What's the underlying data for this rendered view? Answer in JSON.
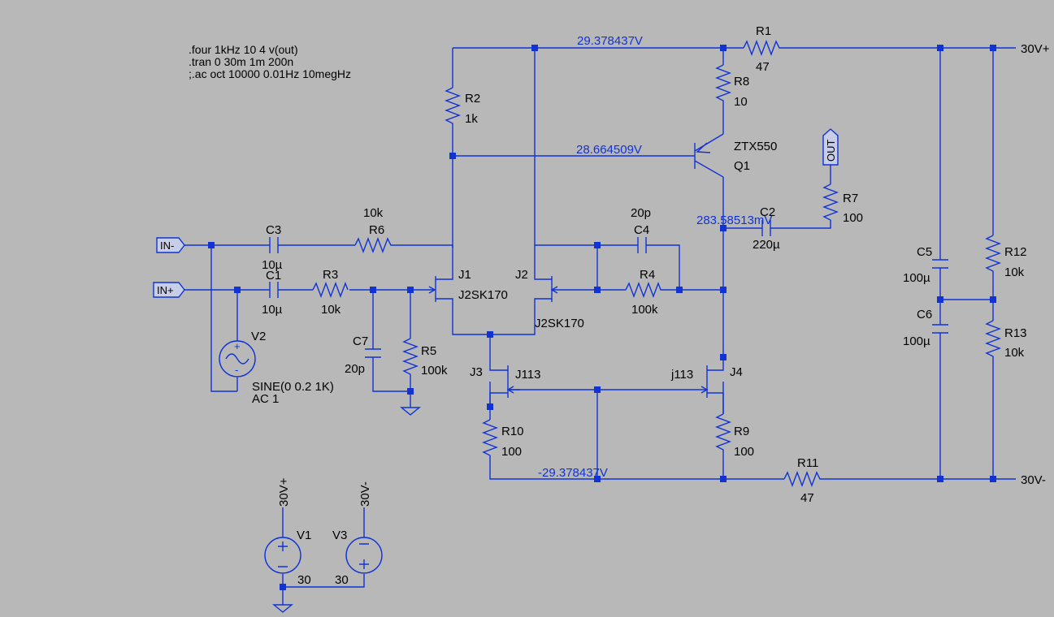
{
  "directives": [
    ".four 1kHz 10 4 v(out)",
    ".tran 0 30m 1m 200n",
    ";.ac oct 10000 0.01Hz 10megHz"
  ],
  "probes": {
    "top_rail": "29.378437V",
    "q1_base": "28.664509V",
    "output_node": "283.58513mV",
    "bottom_rail": "-29.378437V"
  },
  "ports": {
    "in_minus": "IN-",
    "in_plus": "IN+",
    "out": "OUT"
  },
  "nets": {
    "vplus": "30V+",
    "vminus": "30V-"
  },
  "components": {
    "R1": {
      "ref": "R1",
      "value": "47"
    },
    "R2": {
      "ref": "R2",
      "value": "1k"
    },
    "R3": {
      "ref": "R3",
      "value": "10k"
    },
    "R4": {
      "ref": "R4",
      "value": "100k"
    },
    "R5": {
      "ref": "R5",
      "value": "100k"
    },
    "R6": {
      "ref": "R6",
      "value": "10k"
    },
    "R7": {
      "ref": "R7",
      "value": "100"
    },
    "R8": {
      "ref": "R8",
      "value": "10"
    },
    "R9": {
      "ref": "R9",
      "value": "100"
    },
    "R10": {
      "ref": "R10",
      "value": "100"
    },
    "R11": {
      "ref": "R11",
      "value": "47"
    },
    "R12": {
      "ref": "R12",
      "value": "10k"
    },
    "R13": {
      "ref": "R13",
      "value": "10k"
    },
    "C1": {
      "ref": "C1",
      "value": "10µ"
    },
    "C2": {
      "ref": "C2",
      "value": "220µ"
    },
    "C3": {
      "ref": "C3",
      "value": "10µ"
    },
    "C4": {
      "ref": "C4",
      "value": "20p"
    },
    "C5": {
      "ref": "C5",
      "value": "100µ"
    },
    "C6": {
      "ref": "C6",
      "value": "100µ"
    },
    "C7": {
      "ref": "C7",
      "value": "20p"
    },
    "Q1": {
      "ref": "Q1",
      "value": "ZTX550"
    },
    "J1": {
      "ref": "J1",
      "value": "J2SK170"
    },
    "J2": {
      "ref": "J2",
      "value": "J2SK170"
    },
    "J3": {
      "ref": "J3",
      "value": "J113"
    },
    "J4": {
      "ref": "J4",
      "value": "j113"
    },
    "V1": {
      "ref": "V1",
      "value": "30"
    },
    "V2": {
      "ref": "V2",
      "value": "SINE(0 0.2 1K)",
      "value2": "AC 1"
    },
    "V3": {
      "ref": "V3",
      "value": "30"
    }
  },
  "colors": {
    "background": "#b8b8b8",
    "wire": "#1133d4",
    "text": "#000000",
    "port_fill": "#c8cde8"
  }
}
